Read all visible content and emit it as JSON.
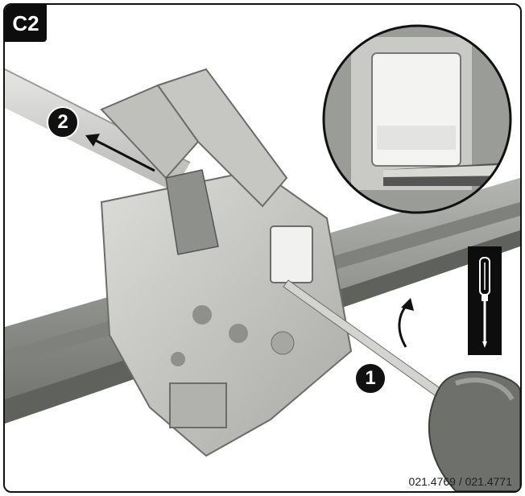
{
  "step_label": "C2",
  "markers": {
    "first": "1",
    "second": "2"
  },
  "part_numbers": "021.4769 / 021.4771",
  "icons": {
    "tool": "screwdriver-icon"
  },
  "colors": {
    "badge": "#0d0d0d",
    "rail": "#9a9c98",
    "housing": "#cfd0cc",
    "frame": "#111111"
  }
}
